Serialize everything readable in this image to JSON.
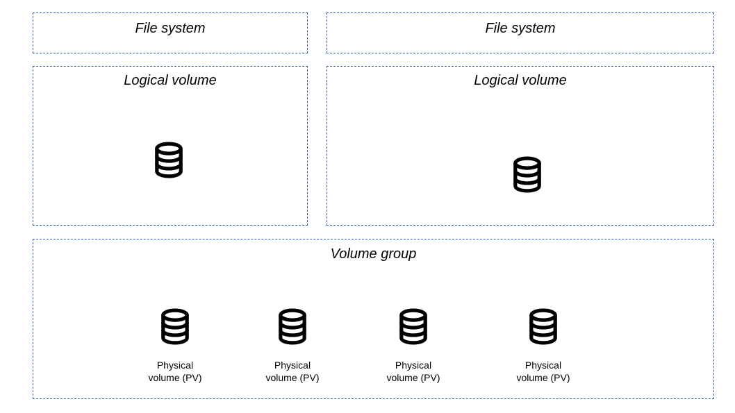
{
  "colors": {
    "border": "#2f5b9d",
    "text": "#000000",
    "icon": "#000000",
    "background": "#ffffff"
  },
  "file_systems": [
    {
      "label": "File system"
    },
    {
      "label": "File system"
    }
  ],
  "logical_volumes": [
    {
      "label": "Logical volume"
    },
    {
      "label": "Logical volume"
    }
  ],
  "volume_group": {
    "label": "Volume group"
  },
  "physical_volumes": [
    {
      "label": "Physical\nvolume (PV)"
    },
    {
      "label": "Physical\nvolume (PV)"
    },
    {
      "label": "Physical\nvolume (PV)"
    },
    {
      "label": "Physical\nvolume (PV)"
    }
  ]
}
